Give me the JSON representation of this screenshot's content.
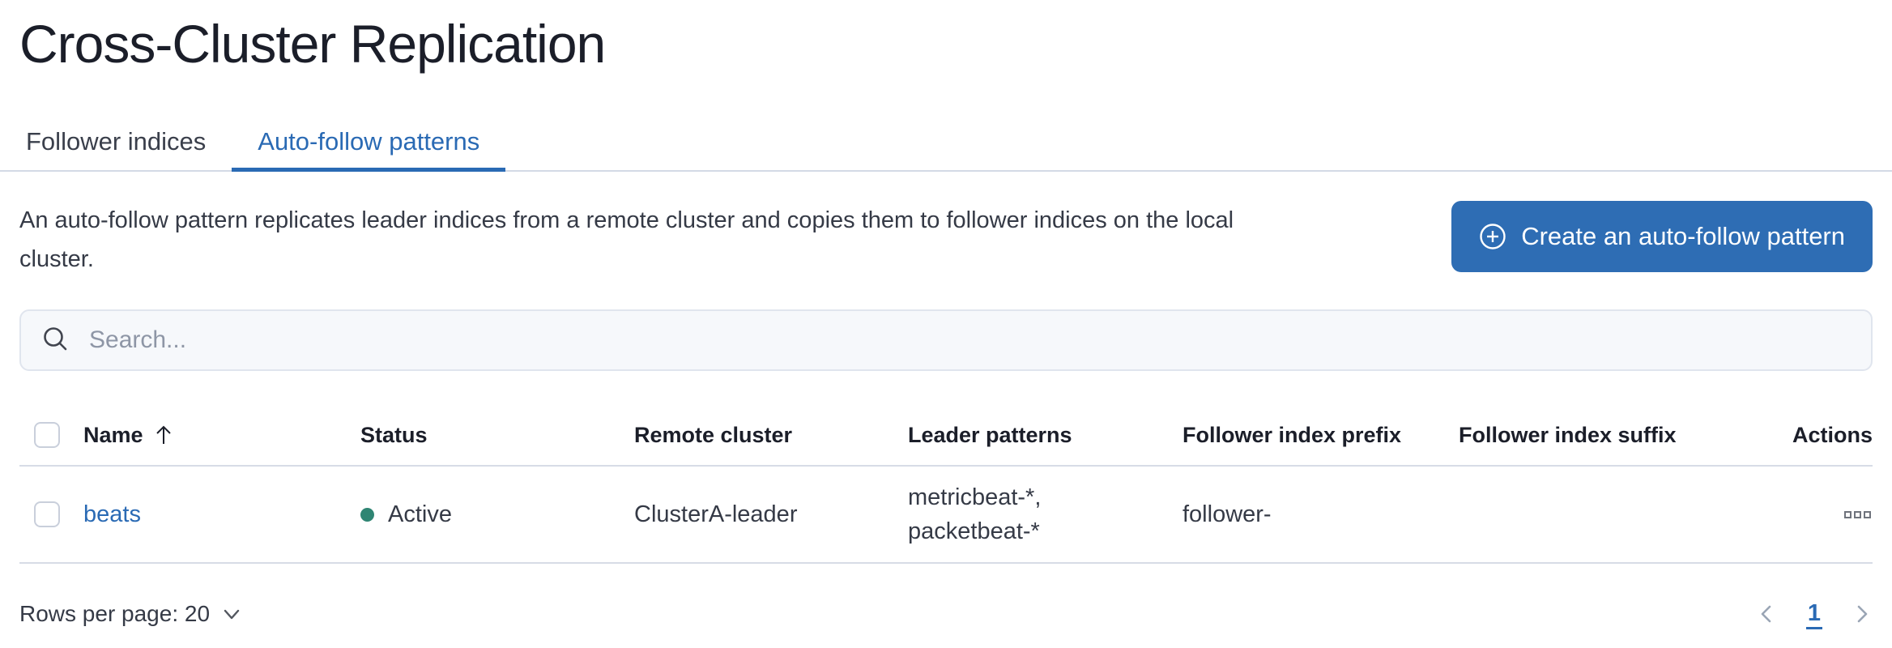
{
  "page_title": "Cross-Cluster Replication",
  "tabs": [
    {
      "label": "Follower indices",
      "active": false
    },
    {
      "label": "Auto-follow patterns",
      "active": true
    }
  ],
  "intro": {
    "description": "An auto-follow pattern replicates leader indices from a remote cluster and copies them to follower indices on the local cluster.",
    "create_button_label": "Create an auto-follow pattern"
  },
  "search": {
    "placeholder": "Search..."
  },
  "table": {
    "headers": {
      "name": "Name",
      "status": "Status",
      "remote_cluster": "Remote cluster",
      "leader_patterns": "Leader patterns",
      "follower_index_prefix": "Follower index prefix",
      "follower_index_suffix": "Follower index suffix",
      "actions": "Actions"
    },
    "sort": {
      "column": "Name",
      "direction": "ascending"
    },
    "rows": [
      {
        "name": "beats",
        "status": "Active",
        "remote_cluster": "ClusterA-leader",
        "leader_patterns": "metricbeat-*, packetbeat-*",
        "follower_index_prefix": "follower-",
        "follower_index_suffix": ""
      }
    ]
  },
  "footer": {
    "rows_per_page_label": "Rows per page: 20",
    "pagination": {
      "current_page": "1"
    }
  },
  "icons": {
    "create": "plus-in-circle",
    "search": "magnifier",
    "sort": "arrow-up",
    "rows_per_page": "chevron-down",
    "previous": "chevron-left",
    "next": "chevron-right",
    "row_actions": "boxes-horizontal"
  },
  "colors": {
    "primary_button": "#2e6db4",
    "link": "#2a6ab4",
    "active_tab": "#2a6ab4",
    "status_active_dot": "#2f8573",
    "text_dark": "#1b1e29",
    "text_body": "#353a46",
    "border": "#d7dce6",
    "search_background": "#f6f8fb"
  }
}
